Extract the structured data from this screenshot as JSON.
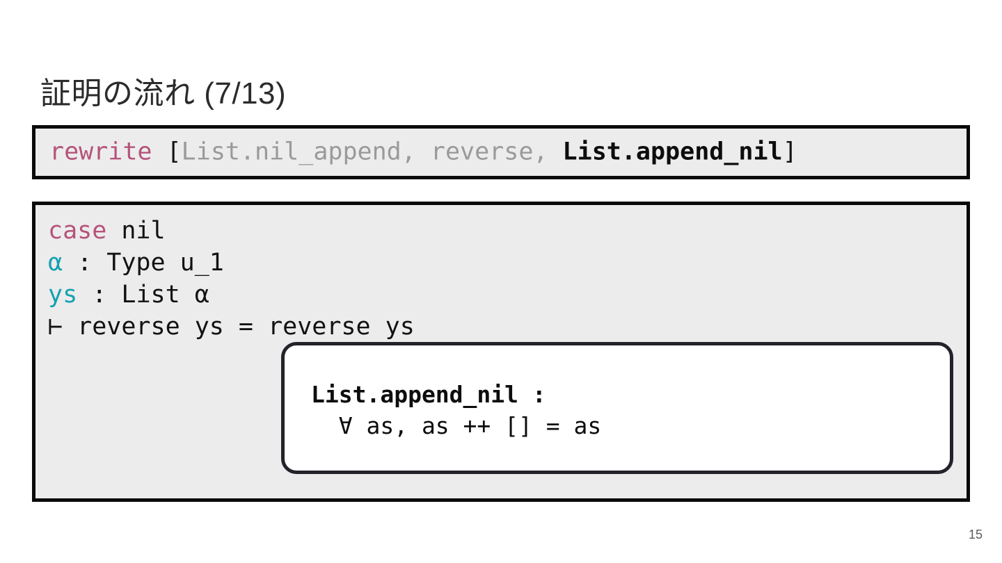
{
  "slide": {
    "title": "証明の流れ (7/13)",
    "page_number": "15",
    "background_color": "#ffffff"
  },
  "colors": {
    "keyword_pink": "#b5537a",
    "variable_teal": "#14a0b2",
    "muted_gray": "#9a9a9a",
    "code_bg": "#ececec",
    "border_black": "#0a0a0a",
    "popup_border": "#222429",
    "text_black": "#111111"
  },
  "tactic_box": {
    "tokens": [
      {
        "text": "rewrite",
        "style": "kw"
      },
      {
        "text": " ",
        "style": "plain"
      },
      {
        "text": "[",
        "style": "plain"
      },
      {
        "text": "List.nil_append, reverse, ",
        "style": "muted"
      },
      {
        "text": "List.append_nil",
        "style": "strong"
      },
      {
        "text": "]",
        "style": "plain"
      }
    ],
    "plain_text": "rewrite [List.nil_append, reverse, List.append_nil]"
  },
  "goal_box": {
    "lines": [
      {
        "segments": [
          {
            "text": "case ",
            "style": "kw"
          },
          {
            "text": "nil",
            "style": "plain"
          }
        ]
      },
      {
        "segments": [
          {
            "text": "α",
            "style": "var"
          },
          {
            "text": " : Type u_1",
            "style": "plain"
          }
        ]
      },
      {
        "segments": [
          {
            "text": "ys",
            "style": "var"
          },
          {
            "text": " : List α",
            "style": "plain"
          }
        ]
      },
      {
        "segments": [
          {
            "text": "⊢ reverse ys = reverse ys",
            "style": "plain"
          }
        ]
      }
    ],
    "plain_text": "case nil\nα : Type u_1\nys : List α\n⊢ reverse ys = reverse ys"
  },
  "hover_popup": {
    "lines": [
      {
        "text": "List.append_nil :",
        "style": "strong"
      },
      {
        "text": "  ∀ as, as ++ [] = as",
        "style": "plain"
      }
    ],
    "plain_text": "List.append_nil :\n  ∀ as, as ++ [] = as"
  }
}
